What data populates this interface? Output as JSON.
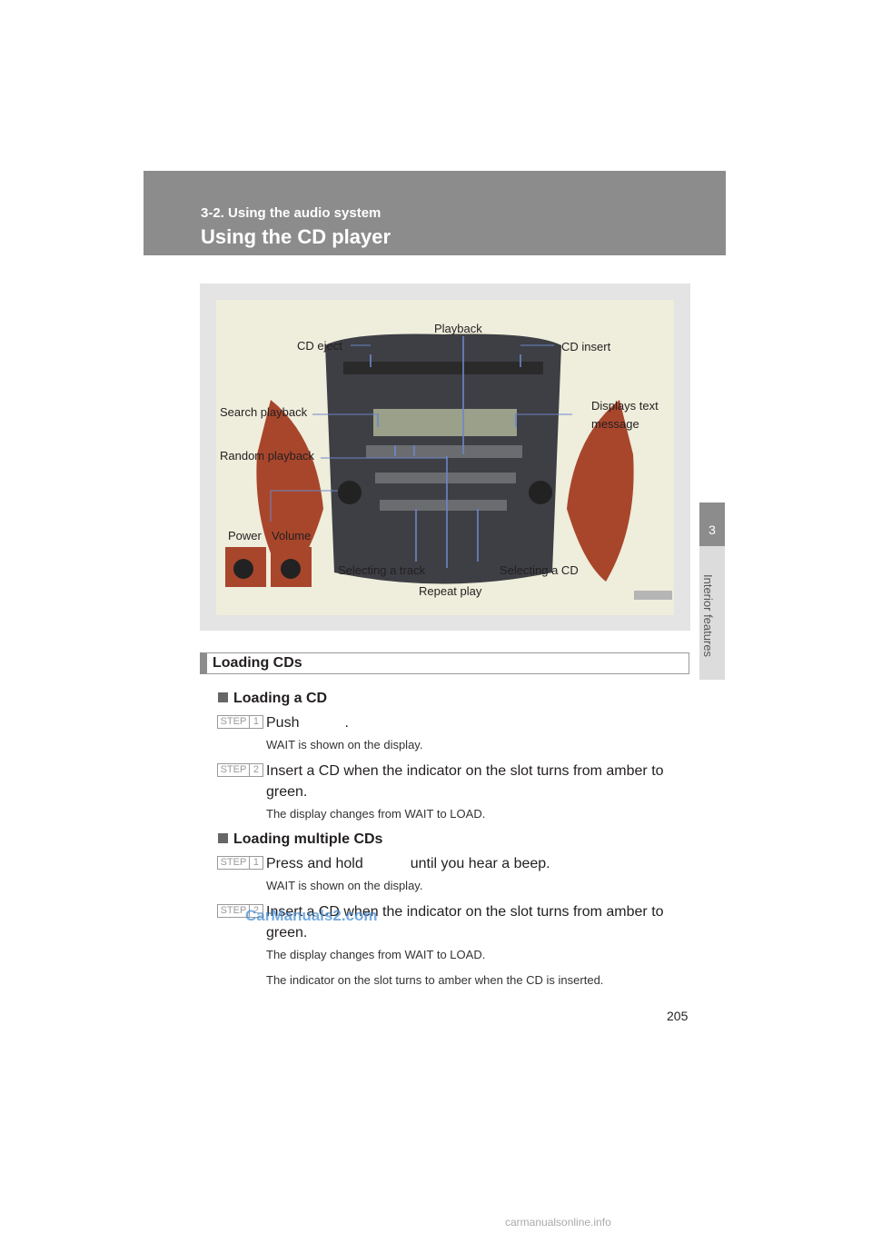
{
  "header": {
    "section": "3-2. Using the audio system",
    "title": "Using the CD player"
  },
  "side_tab": {
    "number": "3",
    "label": "Interior features"
  },
  "figure": {
    "labels": {
      "playback": "Playback",
      "cd_eject": "CD eject",
      "cd_insert": "CD insert",
      "search_playback": "Search playback",
      "displays_text_1": "Displays text",
      "displays_text_2": "message",
      "random_playback": "Random playback",
      "power": "Power",
      "volume": "Volume",
      "selecting_track": "Selecting a track",
      "selecting_cd": "Selecting a CD",
      "repeat_play": "Repeat play"
    }
  },
  "section_title": "Loading CDs",
  "subsections": [
    {
      "title": "Loading a CD",
      "steps": [
        {
          "step": "STEP",
          "num": "1",
          "text": "Push",
          "suffix": ".",
          "note": "WAIT is shown on the display."
        },
        {
          "step": "STEP",
          "num": "2",
          "text": "Insert a CD when the indicator on the slot turns from amber to green.",
          "note": "The display changes from WAIT to LOAD."
        }
      ]
    },
    {
      "title": "Loading multiple CDs",
      "steps": [
        {
          "step": "STEP",
          "num": "1",
          "text": "Press and hold",
          "suffix": "until you hear a beep.",
          "note": "WAIT is shown on the display."
        },
        {
          "step": "STEP",
          "num": "2",
          "text": "Insert a CD when the indicator on the slot turns from amber to green.",
          "note": "The display changes from WAIT to LOAD.",
          "note2": "The indicator on the slot turns to amber when the CD is inserted."
        }
      ]
    }
  ],
  "page_number": "205",
  "watermarks": {
    "top": "CarManuals2.com",
    "bottom": "carmanualsonline.info"
  }
}
